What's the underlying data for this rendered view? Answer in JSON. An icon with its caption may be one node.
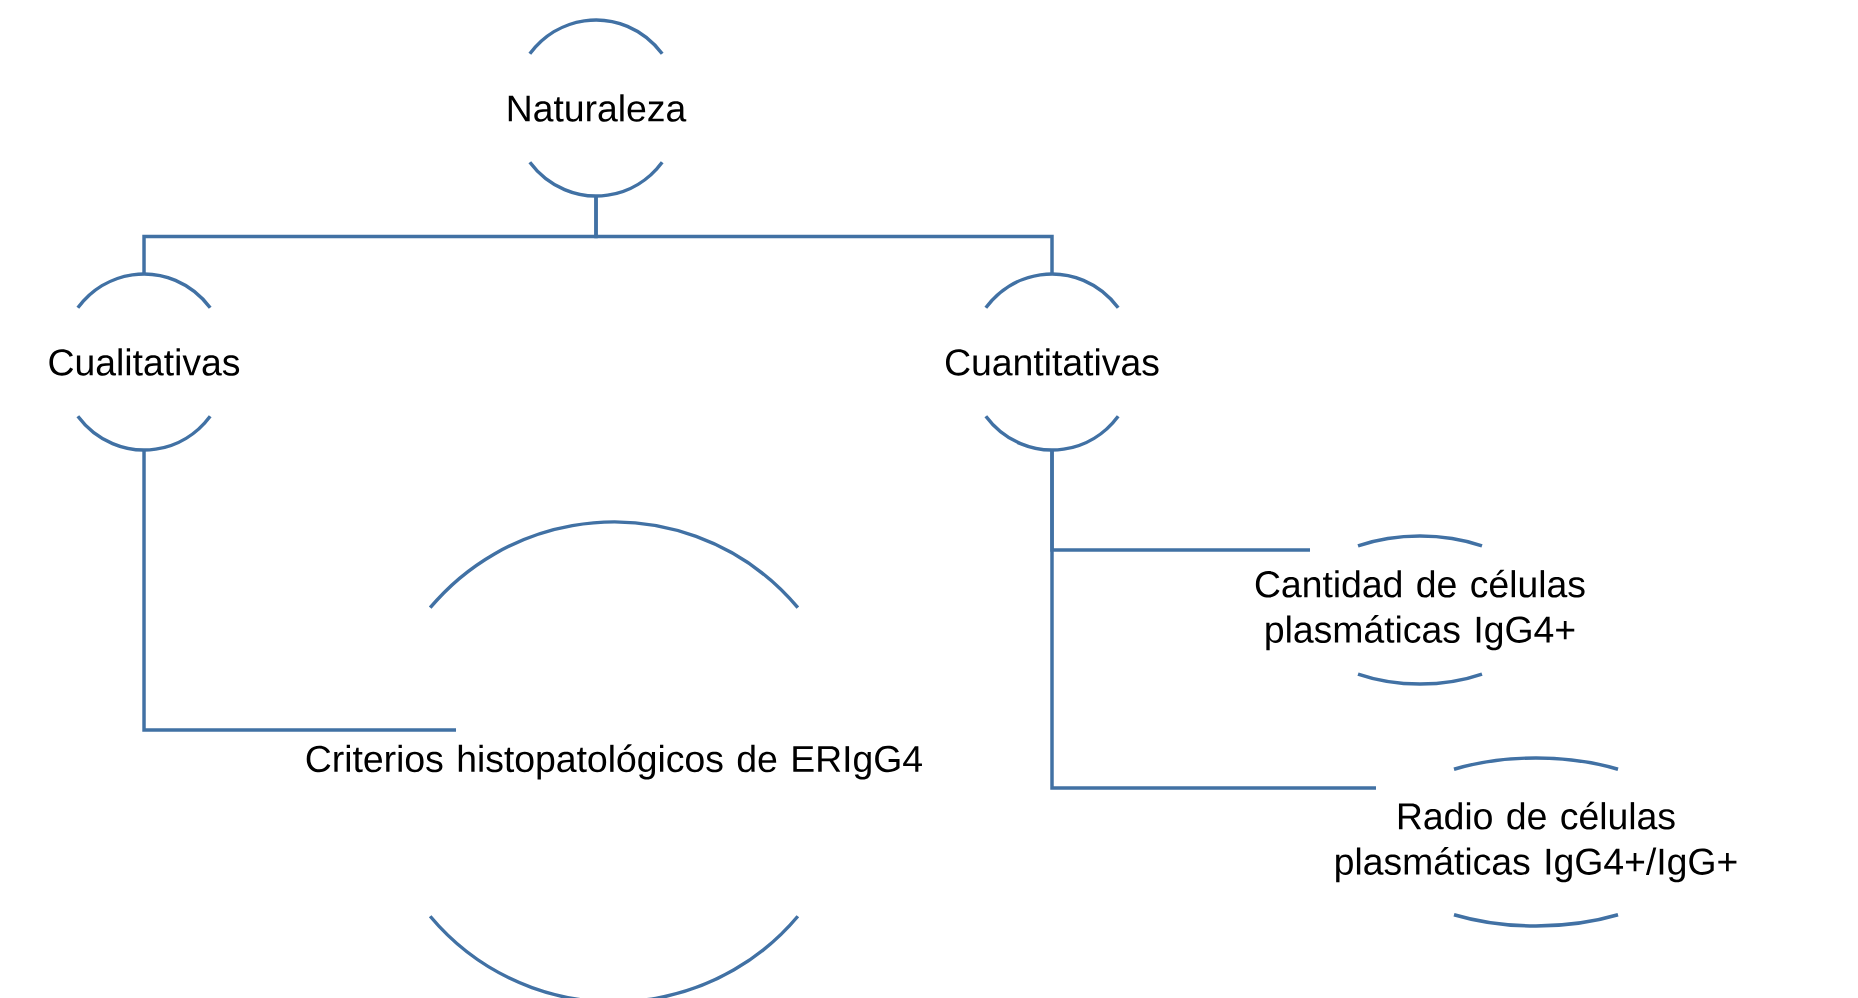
{
  "diagram": {
    "nodes": [
      {
        "text": [
          "Naturaleza"
        ]
      },
      {
        "text": [
          "Cualitativas"
        ]
      },
      {
        "text": [
          "Cuantitativas"
        ]
      },
      {
        "text": [
          "Criterios histopatológicos de ERIgG4"
        ]
      },
      {
        "text": [
          "Cantidad de células plasmáticas IgG4+"
        ]
      },
      {
        "text": [
          "Radio de células plasmáticas IgG4+/IgG+"
        ]
      }
    ],
    "edges": [
      {
        "from": 0,
        "to": 1,
        "arrow": "none"
      },
      {
        "from": 0,
        "to": 2,
        "arrow": "none"
      },
      {
        "from": 1,
        "to": 3,
        "arrow": "none"
      },
      {
        "from": 2,
        "to": 4,
        "arrow": "none"
      },
      {
        "from": 2,
        "to": 5,
        "arrow": "none"
      }
    ]
  }
}
